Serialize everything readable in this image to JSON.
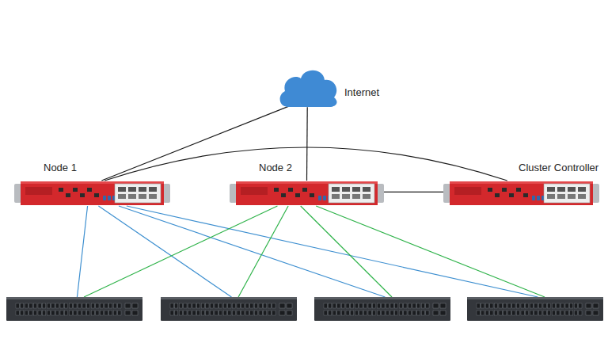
{
  "diagram": {
    "nodes": [
      {
        "text": [
          "Internet"
        ]
      },
      {
        "text": [
          "Node 1"
        ]
      },
      {
        "text": [
          "Node 2"
        ]
      },
      {
        "text": [
          "Cluster Controller"
        ]
      },
      {
        "text": []
      },
      {
        "text": []
      },
      {
        "text": []
      },
      {
        "text": []
      }
    ],
    "edges": [
      {
        "from": 1,
        "to": 0,
        "arrow": "none"
      },
      {
        "from": 2,
        "to": 0,
        "arrow": "none"
      },
      {
        "from": 1,
        "to": 3,
        "arrow": "none"
      },
      {
        "from": 2,
        "to": 3,
        "arrow": "none"
      },
      {
        "from": 1,
        "to": 4,
        "arrow": "none"
      },
      {
        "from": 1,
        "to": 5,
        "arrow": "none"
      },
      {
        "from": 1,
        "to": 6,
        "arrow": "none"
      },
      {
        "from": 1,
        "to": 7,
        "arrow": "none"
      },
      {
        "from": 2,
        "to": 4,
        "arrow": "none"
      },
      {
        "from": 2,
        "to": 5,
        "arrow": "none"
      },
      {
        "from": 2,
        "to": 6,
        "arrow": "none"
      },
      {
        "from": 2,
        "to": 7,
        "arrow": "none"
      }
    ]
  }
}
